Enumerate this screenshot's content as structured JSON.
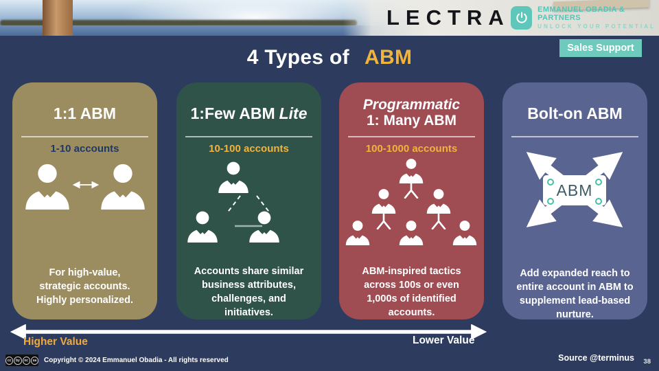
{
  "header": {
    "lectra_logo_text": "LECTRA",
    "partner_name": "EMMANUEL OBADIA & PARTNERS",
    "partner_tagline": "UNLOCK YOUR POTENTIAL",
    "badge_label": "Sales Support"
  },
  "title": {
    "prefix": "4 Types of",
    "highlight": "ABM",
    "highlight_color": "#f0b43d"
  },
  "cards": [
    {
      "title": "1:1 ABM",
      "subtitle": "1-10 accounts",
      "description": "For high-value, strategic accounts. Highly personalized.",
      "bg_color": "#9c8d60",
      "subtitle_color": "#1f3864",
      "icon": "two-person-exchange-icon"
    },
    {
      "title_regular": "1:Few ABM",
      "title_italic": "Lite",
      "subtitle": "10-100 accounts",
      "description": "Accounts share similar business attributes, challenges, and initiatives.",
      "bg_color": "#2f5349",
      "subtitle_color": "#f2b33c",
      "icon": "person-triangle-icon"
    },
    {
      "title_line1": "Programmatic",
      "title_line2": "1: Many ABM",
      "subtitle": "100-1000 accounts",
      "description": "ABM-inspired tactics across 100s or even 1,000s of identified accounts.",
      "bg_color": "#9f4c53",
      "subtitle_color": "#f2b33c",
      "icon": "person-pyramid-icon"
    },
    {
      "title": "Bolt-on ABM",
      "abm_box_label": "ABM",
      "description": "Add expanded reach to entire account in ABM to supplement lead-based nurture.",
      "bg_color": "#5a6490",
      "icon": "expand-arrows-icon"
    }
  ],
  "value_axis": {
    "left_label": "Higher Value",
    "right_label": "Lower Value",
    "left_color": "#f2a93c",
    "right_color": "#ffffff"
  },
  "footer": {
    "copyright": "Copyright © 2024 Emmanuel Obadia - All rights reserved",
    "source": "Source @terminus",
    "page_number": "38",
    "license": "CC BY-NC-SA"
  },
  "colors": {
    "slide_background": "#2d3c5e",
    "badge_teal": "#6fcabe",
    "gold_accent": "#f2b33c"
  }
}
